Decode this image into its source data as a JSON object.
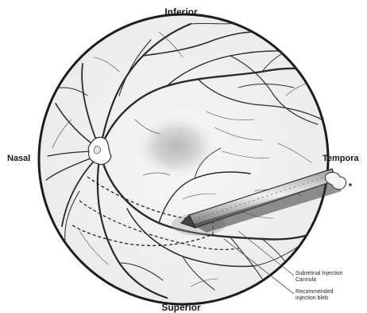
{
  "labels": {
    "top": "Inferior",
    "bottom": "Superior",
    "left": "Nasal",
    "right": "Tempora"
  },
  "callouts": [
    {
      "line1": "Subretinal Injection",
      "line2": "Cannula"
    },
    {
      "line1": "Recommended",
      "line2": "injection bleb"
    }
  ]
}
